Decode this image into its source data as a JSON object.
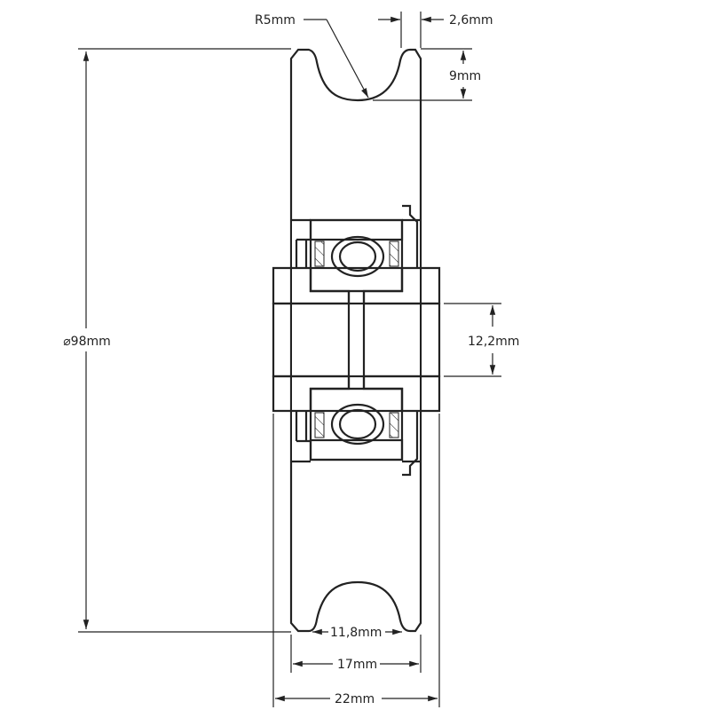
{
  "drawing": {
    "title": "V-groove pulley wheel section",
    "colors": {
      "line": "#222222",
      "background": "#ffffff"
    },
    "dimensions": {
      "diameter": "⌀98mm",
      "groove_radius": "R5mm",
      "rim_width": "2,6mm",
      "groove_depth": "9mm",
      "bore": "12,2mm",
      "groove_width": "11,8mm",
      "wheel_width": "17mm",
      "hub_width": "22mm"
    }
  }
}
